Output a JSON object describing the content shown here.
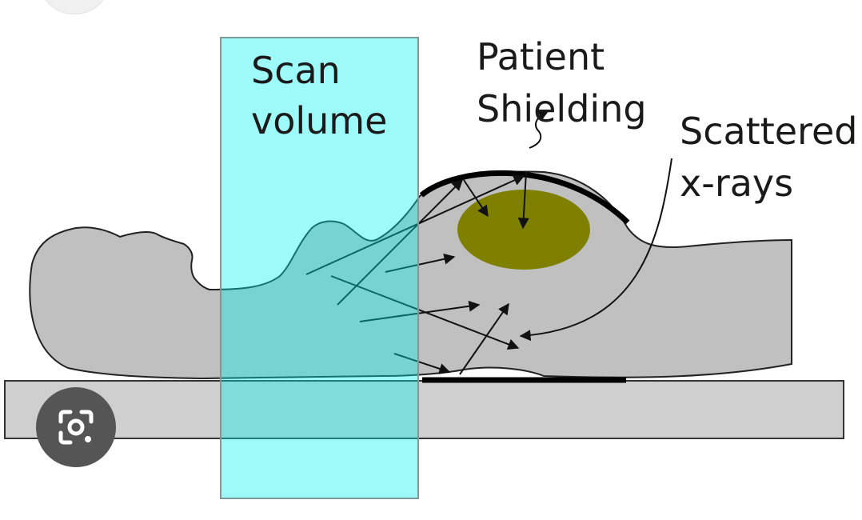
{
  "diagram": {
    "labels": {
      "scan_line1": "Scan",
      "scan_line2": "volume",
      "shield_line1": "Patient",
      "shield_line2": "Shielding",
      "scatter_line1": "Scattered",
      "scatter_line2": "x-rays"
    },
    "colors": {
      "scan_volume_fill": "#00f0f0",
      "body_fill": "#c0c0c0",
      "organ_fill": "#808000",
      "table_fill": "#cfcfcf",
      "shield_stroke": "#000000",
      "lens_button_bg": "#555555"
    }
  },
  "overlay": {
    "lens_icon": "google-lens-icon",
    "corner_button": "top-left-button"
  }
}
